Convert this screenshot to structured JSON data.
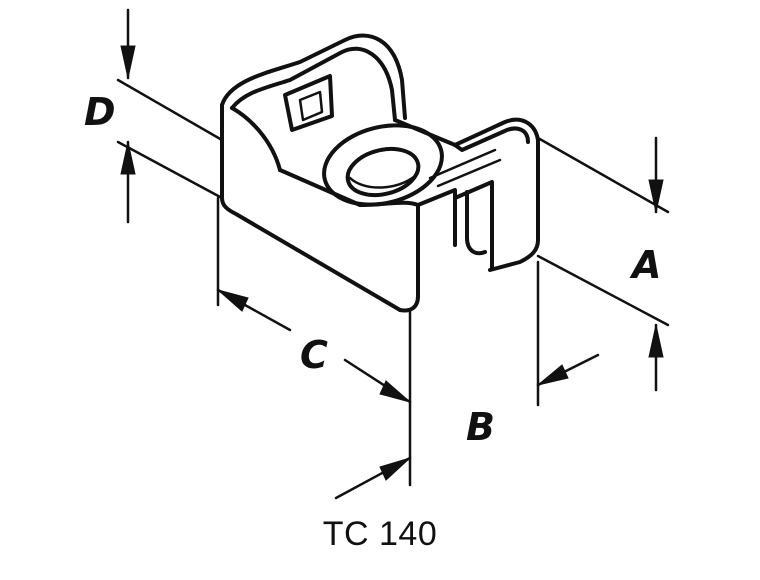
{
  "figure": {
    "caption": "TC 140",
    "dimension_labels": {
      "a": "A",
      "b": "B",
      "c": "C",
      "d": "D"
    }
  }
}
